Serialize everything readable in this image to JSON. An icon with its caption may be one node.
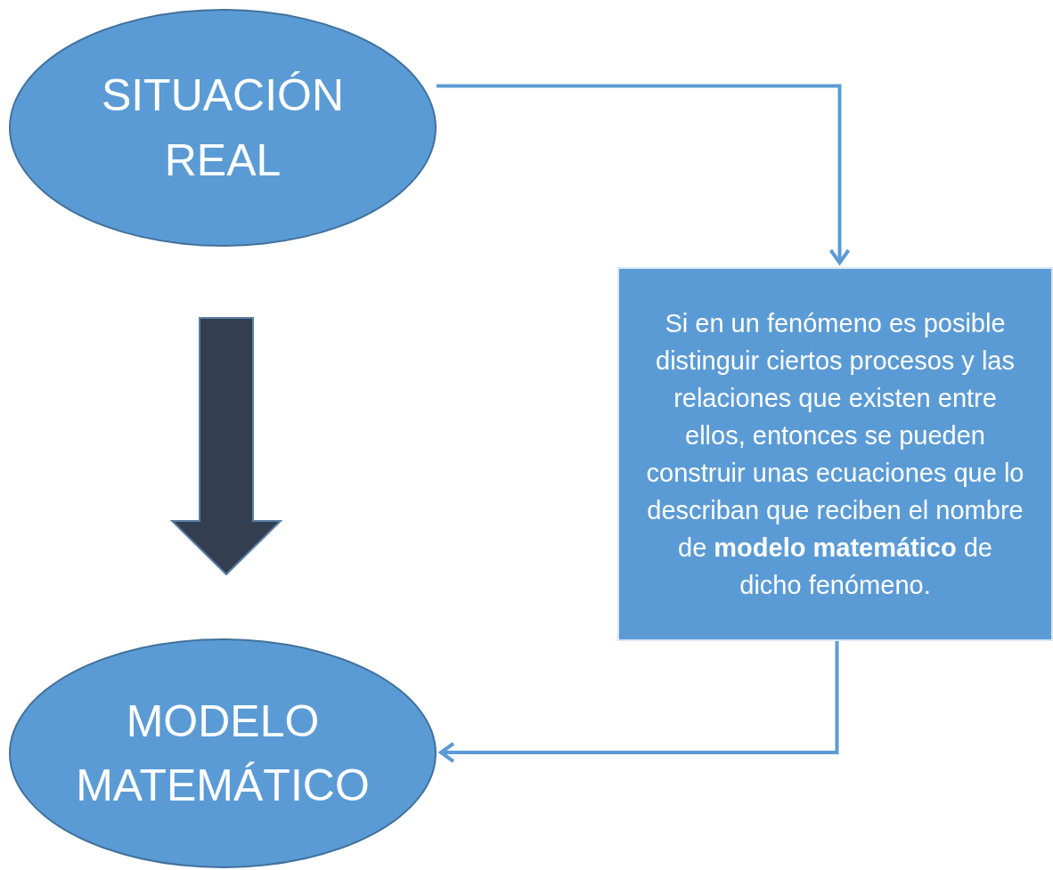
{
  "diagram": {
    "nodes": [
      {
        "text": [
          "SITUACIÓN REAL"
        ]
      },
      {
        "text": [
          "Si en un fenómeno es posible distinguir ciertos procesos y las relaciones que existen entre ellos, entonces se pueden construir unas ecuaciones que lo describan que reciben el nombre de **modelo matemático** de dicho fenómeno."
        ]
      },
      {
        "text": [
          "MODELO MATEMÁTICO"
        ]
      }
    ],
    "edges": [
      {
        "from": 0,
        "to": 1,
        "arrow": "to"
      },
      {
        "from": 1,
        "to": 2,
        "arrow": "to"
      },
      {
        "from": 0,
        "to": 2,
        "arrow": "to",
        "style": "thick",
        "color": "#333f50"
      }
    ]
  }
}
